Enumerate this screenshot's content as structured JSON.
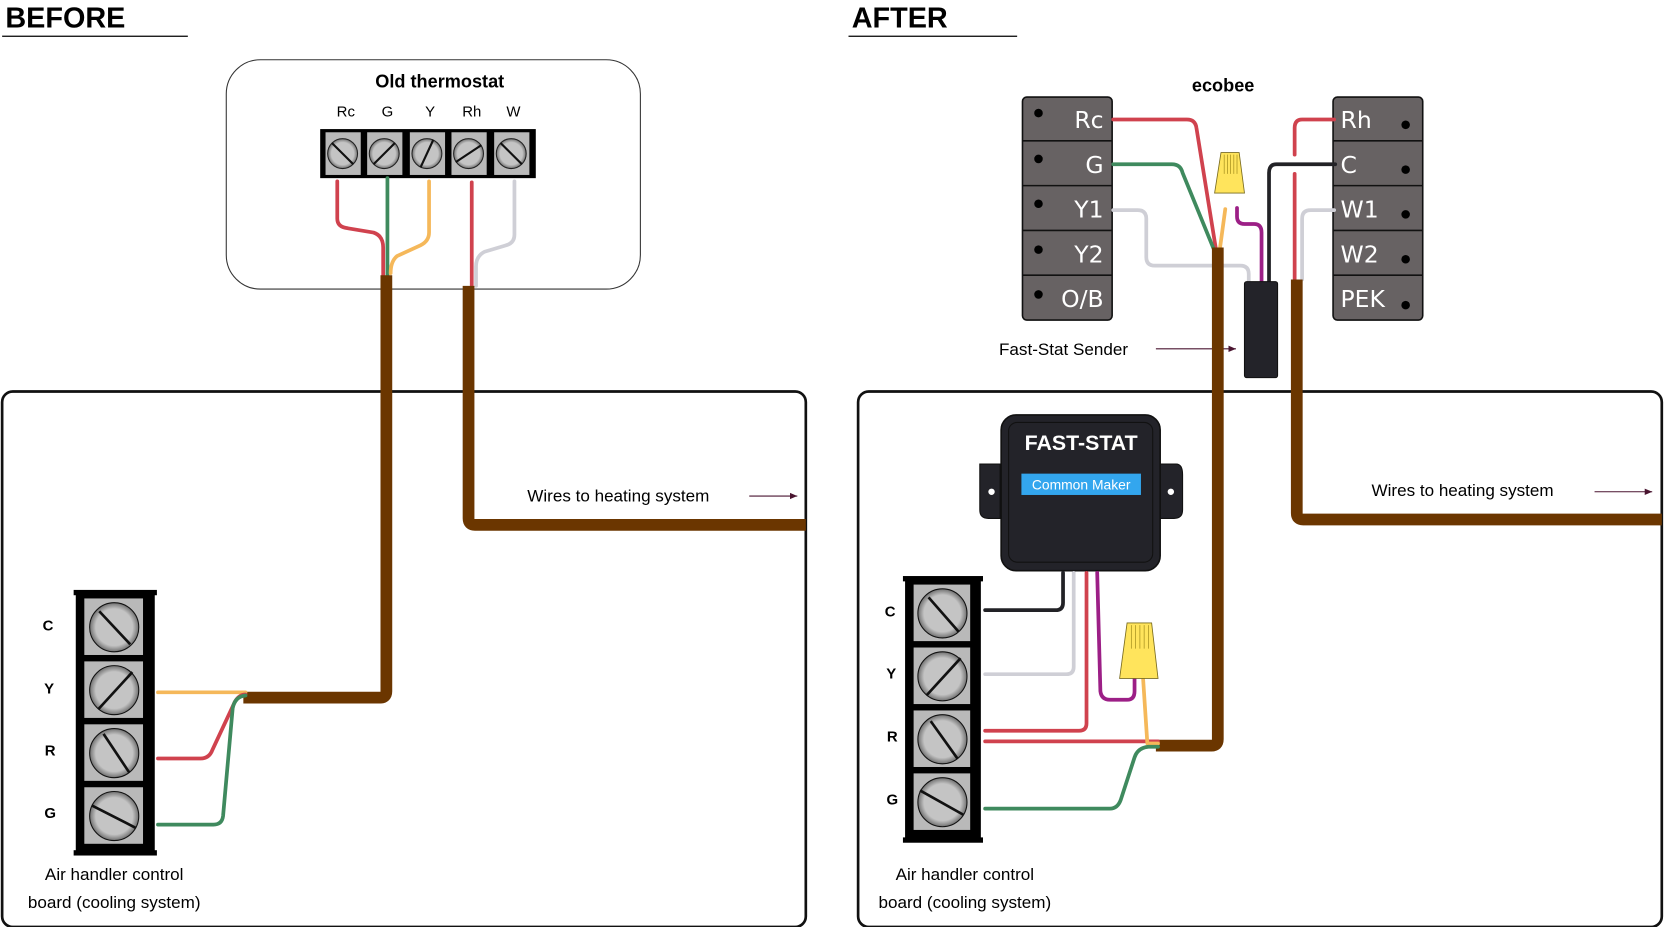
{
  "before": {
    "heading": "BEFORE",
    "old_thermostat": {
      "title": "Old thermostat",
      "terminals": [
        "Rc",
        "G",
        "Y",
        "Rh",
        "W"
      ]
    },
    "air_handler": {
      "terminals": [
        "C",
        "Y",
        "R",
        "G"
      ],
      "caption_line1": "Air handler control",
      "caption_line2": "board (cooling system)"
    },
    "heating_label": "Wires to heating system"
  },
  "after": {
    "heading": "AFTER",
    "ecobee": {
      "title": "ecobee",
      "left_terminals": [
        "Rc",
        "G",
        "Y1",
        "Y2",
        "O/B"
      ],
      "right_terminals": [
        "Rh",
        "C",
        "W1",
        "W2",
        "PEK"
      ]
    },
    "sender_label": "Fast-Stat Sender",
    "fast_stat": {
      "brand": "FAST-STAT",
      "chip": "Common Maker"
    },
    "air_handler": {
      "terminals": [
        "C",
        "Y",
        "R",
        "G"
      ],
      "caption_line1": "Air handler control",
      "caption_line2": "board (cooling system)"
    },
    "heating_label": "Wires to heating system"
  },
  "colors": {
    "red": "#d0424e",
    "green": "#3f8a5e",
    "yellow": "#f5b85a",
    "white": "#cfcfd6",
    "black": "#222226",
    "purple": "#9c1f86",
    "cable": "#6b3600",
    "wire_nut": "#ffe45c",
    "chip_blue": "#33a6ee",
    "ecobee_block": "#676263"
  }
}
